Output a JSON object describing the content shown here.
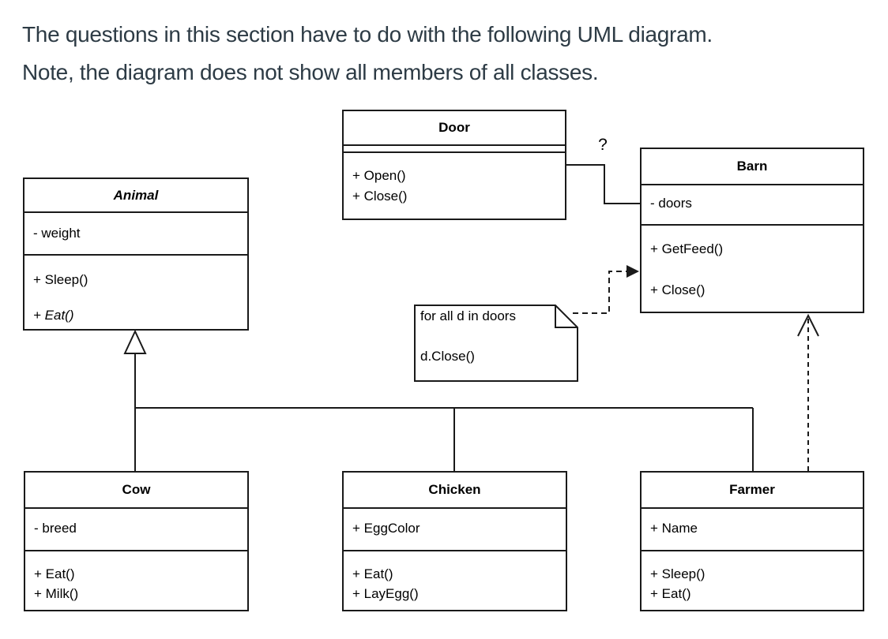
{
  "header": {
    "line1": "The questions in this section have to do with the following UML diagram.",
    "line2": "Note, the diagram does not show all members of all classes."
  },
  "diagram": {
    "association_label": "?",
    "colors": {
      "line": "#1a1a1a",
      "diagram_text": "#000000",
      "header_text": "#2d3b45",
      "background": "#ffffff"
    }
  },
  "classes": [
    {
      "name": "Door",
      "attributes": [],
      "methods": [
        {
          "text": "+ Open()"
        },
        {
          "text": "+ Close()"
        }
      ]
    },
    {
      "name": "Animal",
      "abstract": true,
      "attributes": [
        {
          "text": "- weight"
        }
      ],
      "methods": [
        {
          "text": "+ Sleep()"
        },
        {
          "text": "+ Eat()",
          "italic": true
        }
      ]
    },
    {
      "name": "Barn",
      "attributes": [
        {
          "text": "- doors"
        }
      ],
      "methods": [
        {
          "text": "+ GetFeed()"
        },
        {
          "text": "+ Close()"
        }
      ]
    },
    {
      "name": "Cow",
      "attributes": [
        {
          "text": "- breed"
        }
      ],
      "methods": [
        {
          "text": "+ Eat()"
        },
        {
          "text": "+ Milk()"
        }
      ]
    },
    {
      "name": "Chicken",
      "attributes": [
        {
          "text": "+ EggColor"
        }
      ],
      "methods": [
        {
          "text": "+ Eat()"
        },
        {
          "text": "+ LayEgg()"
        }
      ]
    },
    {
      "name": "Farmer",
      "attributes": [
        {
          "text": "+ Name"
        }
      ],
      "methods": [
        {
          "text": "+ Sleep()"
        },
        {
          "text": "+ Eat()"
        }
      ]
    }
  ],
  "note": {
    "line1": "for all d in doors",
    "line2": "d.Close()"
  },
  "relationships": [
    {
      "from": "Door",
      "to": "Barn",
      "type": "association",
      "label": "?"
    },
    {
      "from": "Cow",
      "to": "Animal",
      "type": "generalization"
    },
    {
      "from": "Chicken",
      "to": "Animal",
      "type": "generalization"
    },
    {
      "from": "Farmer",
      "to": "Animal",
      "type": "generalization"
    },
    {
      "from": "Farmer",
      "to": "Barn",
      "type": "dependency"
    },
    {
      "from": "note",
      "to": "Barn",
      "type": "note-attachment"
    }
  ]
}
